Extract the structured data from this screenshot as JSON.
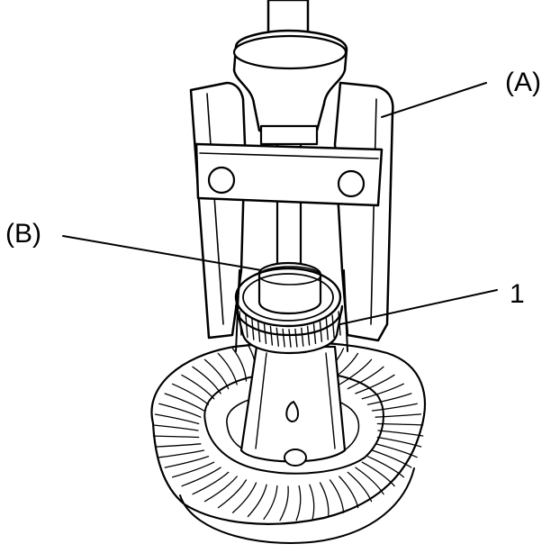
{
  "labels": {
    "a": "(A)",
    "b": "(B)",
    "one": "1"
  },
  "colors": {
    "ink": "#000000",
    "paper": "#ffffff"
  }
}
